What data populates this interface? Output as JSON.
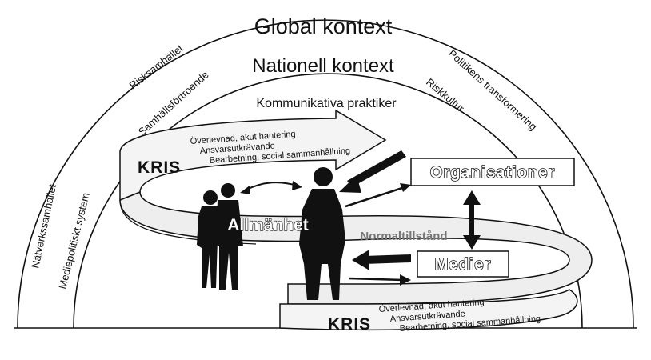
{
  "arcs": {
    "outer_title": "Global kontext",
    "inner_title": "Nationell kontext",
    "outer_left_top": "Risksamhället",
    "outer_left_bottom": "Nätverkssamhället",
    "outer_right": "Politikens transformering",
    "inner_left_top": "Samhällsförtroende",
    "inner_left_bottom": "Mediepolitiskt system",
    "inner_right": "Riskkultur"
  },
  "arrow_label": "Kommunikativa praktiker",
  "crisis_top": {
    "title": "KRIS",
    "line1": "Överlevnad, akut hantering",
    "line2": "Ansvarsutkrävande",
    "line3": "Bearbetning, social sammanhållning"
  },
  "crisis_bottom": {
    "title": "KRIS",
    "line1": "Överlevnad, akut hantering",
    "line2": "Ansvarsutkrävande",
    "line3": "Bearbetning, social sammanhållning"
  },
  "actors": {
    "public": "Allmänhet",
    "organisations": "Organisationer",
    "media": "Medier"
  },
  "normal_state": "Normaltillstånd"
}
